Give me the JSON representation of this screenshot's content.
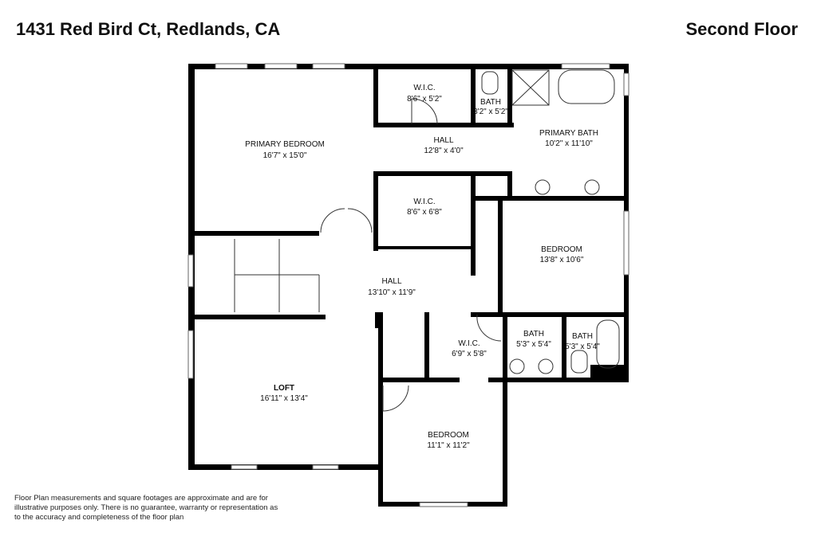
{
  "header": {
    "address": "1431 Red Bird Ct, Redlands, CA",
    "floor": "Second Floor"
  },
  "rooms": [
    {
      "name": "PRIMARY BEDROOM",
      "dims": "16'7\" x 15'0\""
    },
    {
      "name": "W.I.C.",
      "dims": "8'6\" x 5'2\""
    },
    {
      "name": "BATH",
      "dims": "3'2\" x 5'2\""
    },
    {
      "name": "HALL",
      "dims": "12'8\" x 4'0\""
    },
    {
      "name": "PRIMARY BATH",
      "dims": "10'2\" x 11'10\""
    },
    {
      "name": "W.I.C.",
      "dims": "8'6\" x 6'8\""
    },
    {
      "name": "BEDROOM",
      "dims": "13'8\" x 10'6\""
    },
    {
      "name": "HALL",
      "dims": "13'10\" x 11'9\""
    },
    {
      "name": "W.I.C.",
      "dims": "6'9\" x 5'8\""
    },
    {
      "name": "BATH",
      "dims": "5'3\" x 5'4\""
    },
    {
      "name": "BATH",
      "dims": "5'3\" x 5'4\""
    },
    {
      "name": "LOFT",
      "dims": "16'11\" x 13'4\""
    },
    {
      "name": "BEDROOM",
      "dims": "11'1\" x 11'2\""
    }
  ],
  "disclaimer": "Floor Plan measurements and square footages are approximate and are for illustrative purposes only. There is no guarantee, warranty or representation as to the accuracy and completeness of the floor plan"
}
